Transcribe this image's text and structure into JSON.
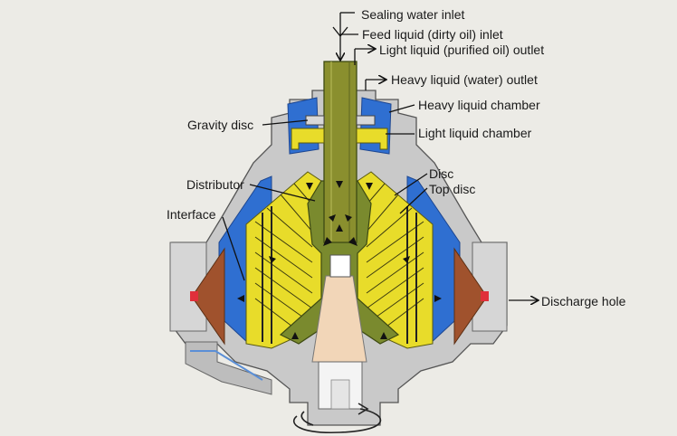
{
  "labels": {
    "sealing_water_inlet": "Sealing water inlet",
    "feed_liquid_inlet": "Feed liquid (dirty oil) inlet",
    "light_liquid_outlet": "Light liquid (purified oil) outlet",
    "heavy_liquid_outlet": "Heavy liquid (water) outlet",
    "heavy_liquid_chamber": "Heavy liquid chamber",
    "gravity_disc": "Gravity disc",
    "light_liquid_chamber": "Light liquid chamber",
    "distributor": "Distributor",
    "disc": "Disc",
    "top_disc": "Top disc",
    "interface": "Interface",
    "discharge_hole": "Discharge hole"
  },
  "colors": {
    "background": "#ecebe6",
    "housing": "#c9c9c9",
    "heavy_liquid_water": "#2f6fd1",
    "light_liquid_oil": "#e8dc2a",
    "feed_pipe": "#8a8f2e",
    "distributor_body": "#7a8a2e",
    "sludge": "#a0522d",
    "discharge_seal": "#e0303a"
  }
}
